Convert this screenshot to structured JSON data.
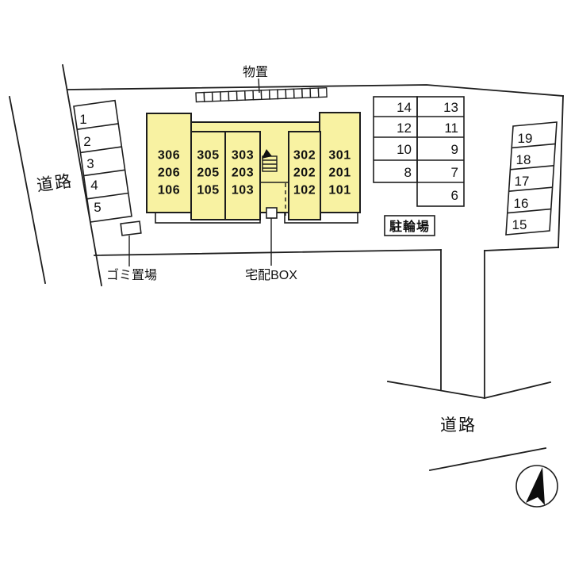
{
  "labels": {
    "storage": "物置",
    "road_left": "道路",
    "road_bottom": "道路",
    "garbage_area": "ゴミ置場",
    "delivery_box": "宅配BOX",
    "bicycle_parking": "駐輪場"
  },
  "building": {
    "units": [
      {
        "floors": [
          "306",
          "206",
          "106"
        ]
      },
      {
        "floors": [
          "305",
          "205",
          "105"
        ]
      },
      {
        "floors": [
          "303",
          "203",
          "103"
        ]
      },
      {
        "floors": [
          "302",
          "202",
          "102"
        ]
      },
      {
        "floors": [
          "301",
          "201",
          "101"
        ]
      }
    ]
  },
  "parking": {
    "left_spaces": [
      "1",
      "2",
      "3",
      "4",
      "5"
    ],
    "middle_left_column": [
      "14",
      "12",
      "10",
      "8"
    ],
    "middle_right_column": [
      "13",
      "11",
      "9",
      "7",
      "6"
    ],
    "right_spaces": [
      "19",
      "18",
      "17",
      "16",
      "15"
    ]
  },
  "icons": {
    "north_arrow": "compass-north-arrow",
    "stairs": "staircase-symbol"
  },
  "colors": {
    "building_fill": "#f8f2a2",
    "line": "#1d1d1d"
  }
}
